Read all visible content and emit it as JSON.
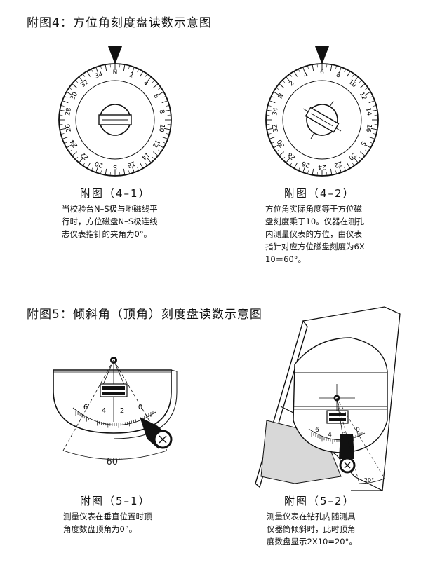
{
  "section4": {
    "heading": "附图4：方位角刻度盘读数示意图",
    "dial_labels": [
      "N",
      "2",
      "4",
      "6",
      "8",
      "10",
      "12",
      "14",
      "16",
      "S",
      "20",
      "22",
      "24",
      "26",
      "28",
      "30",
      "32",
      "34"
    ],
    "fig1": {
      "caption": "附图（4–1）",
      "desc_lines": [
        "当校验台N–S极与地磁线平",
        "行时，方位磁盘N–S极连线",
        "志仪表指针的夹角为0°。"
      ]
    },
    "fig2": {
      "caption": "附图（4–2）",
      "pointer_value": 6,
      "desc_lines": [
        "方位角实际角度等于方位磁",
        "盘刻度乘于10。仪器在测孔",
        "内测量仪表的方位，由仪表",
        "指针对应方位磁盘刻度为6X",
        "10＝60°。"
      ]
    }
  },
  "section5": {
    "heading": "附图5：倾斜角（顶角）刻度盘读数示意图",
    "scale_labels": [
      "6",
      "4",
      "2",
      "0"
    ],
    "fig1": {
      "caption": "附图（5–1）",
      "angle_label": "60°",
      "desc_lines": [
        "测量仪表在垂直位置时顶",
        "角度数盘顶角为0°。"
      ]
    },
    "fig2": {
      "caption": "附图（5–2）",
      "scale_reading": 2,
      "angle_label": "20°",
      "desc_lines": [
        "测量仪表在钻孔内随测具",
        "仪器筒倾斜时，此时顶角",
        "度数盘显示2X10=20°。"
      ]
    }
  },
  "colors": {
    "ink": "#111111",
    "paper": "#ffffff",
    "shadow_gray": "#d8d8d8"
  }
}
